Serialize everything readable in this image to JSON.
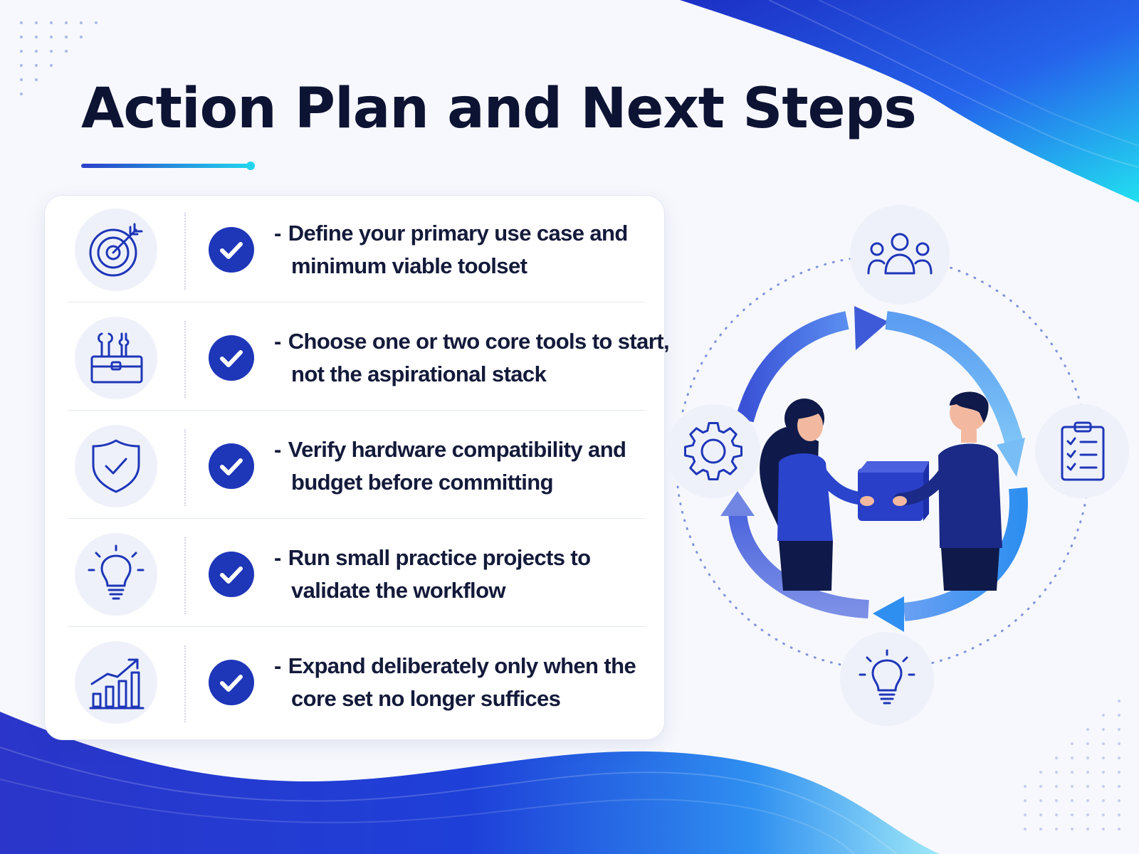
{
  "title": "Action Plan and Next Steps",
  "colors": {
    "primary": "#1e36b8",
    "navy": "#0d1333",
    "accent_cyan": "#22d3ee",
    "accent_blue": "#2a3fc8",
    "icon_bg": "#eef1fa"
  },
  "steps": [
    {
      "icon": "target-icon",
      "dash": "-",
      "line1": "Define your primary use case and",
      "line2": "minimum viable toolset",
      "checked": true
    },
    {
      "icon": "toolbox-icon",
      "dash": "-",
      "line1": "Choose one or two core tools to start,",
      "line2": "not the aspirational stack",
      "checked": true
    },
    {
      "icon": "shield-check-icon",
      "dash": "-",
      "line1": "Verify hardware compatibility and",
      "line2": "budget before committing",
      "checked": true
    },
    {
      "icon": "lightbulb-icon",
      "dash": "-",
      "line1": "Run small practice projects to",
      "line2": "validate the workflow",
      "checked": true
    },
    {
      "icon": "growth-chart-icon",
      "dash": "-",
      "line1": "Expand deliberately only when the",
      "line2": "core set no longer suffices",
      "checked": true
    }
  ],
  "cycle_icons": [
    "team-icon",
    "clipboard-checklist-icon",
    "lightbulb-icon",
    "gear-icon"
  ],
  "illustration": "two-people-handing-box"
}
